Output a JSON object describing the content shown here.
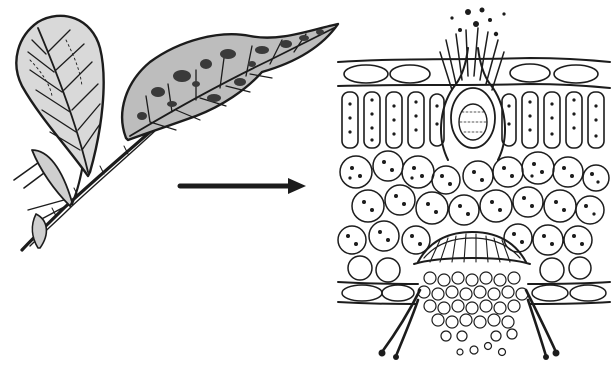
{
  "figure": {
    "left_panel": "leaf-sketch",
    "connector": "arrow-right",
    "right_panel": "leaf-cross-section",
    "ink_color": "#1c1c1c",
    "paper_color": "#ffffff"
  }
}
